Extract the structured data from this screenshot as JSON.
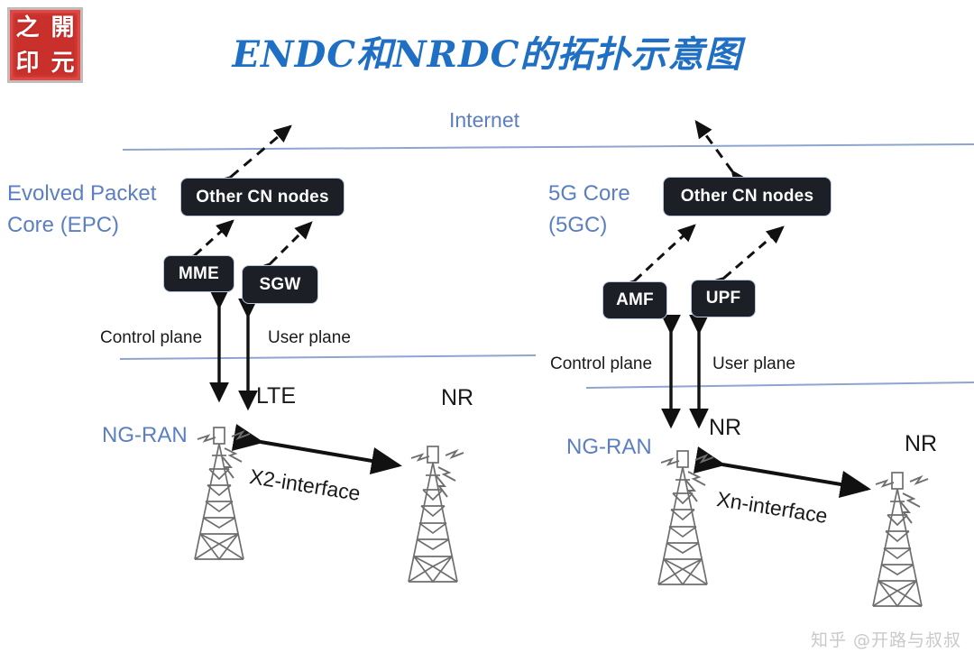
{
  "title": "ENDC和NRDC的拓扑示意图",
  "seal": {
    "name": "開元之印",
    "chars": [
      "之",
      "開",
      "印",
      "元"
    ]
  },
  "colors": {
    "title_blue": "#1f6fc4",
    "label_blue": "#5b7fc0",
    "node_fill": "#1c1f26",
    "node_stroke": "#b9c6dd",
    "line_blue": "#8ea5cf",
    "arrow_black": "#111111",
    "tower_gray": "#6e6e6e",
    "seal_red": "#c9302c"
  },
  "internet": {
    "label": "Internet"
  },
  "left": {
    "core_label": "Evolved Packet\nCore (EPC)",
    "core_label_line1": "Evolved Packet",
    "core_label_line2": "Core (EPC)",
    "nodes": [
      {
        "id": "other-cn-nodes-left",
        "label": "Other CN nodes"
      },
      {
        "id": "mme",
        "label": "MME"
      },
      {
        "id": "sgw",
        "label": "SGW"
      }
    ],
    "planes": {
      "control": "Control plane",
      "user": "User plane"
    },
    "ran_label": "NG-RAN",
    "radio_left": "LTE",
    "radio_right": "NR",
    "interface": "X2-interface"
  },
  "right": {
    "core_label_line1": "5G Core",
    "core_label_line2": "(5GC)",
    "nodes": [
      {
        "id": "other-cn-nodes-right",
        "label": "Other CN nodes"
      },
      {
        "id": "amf",
        "label": "AMF"
      },
      {
        "id": "upf",
        "label": "UPF"
      }
    ],
    "planes": {
      "control": "Control plane",
      "user": "User plane"
    },
    "ran_label": "NG-RAN",
    "radio_left": "NR",
    "radio_right": "NR",
    "interface": "Xn-interface"
  },
  "watermark": "知乎 @开路与叔叔"
}
